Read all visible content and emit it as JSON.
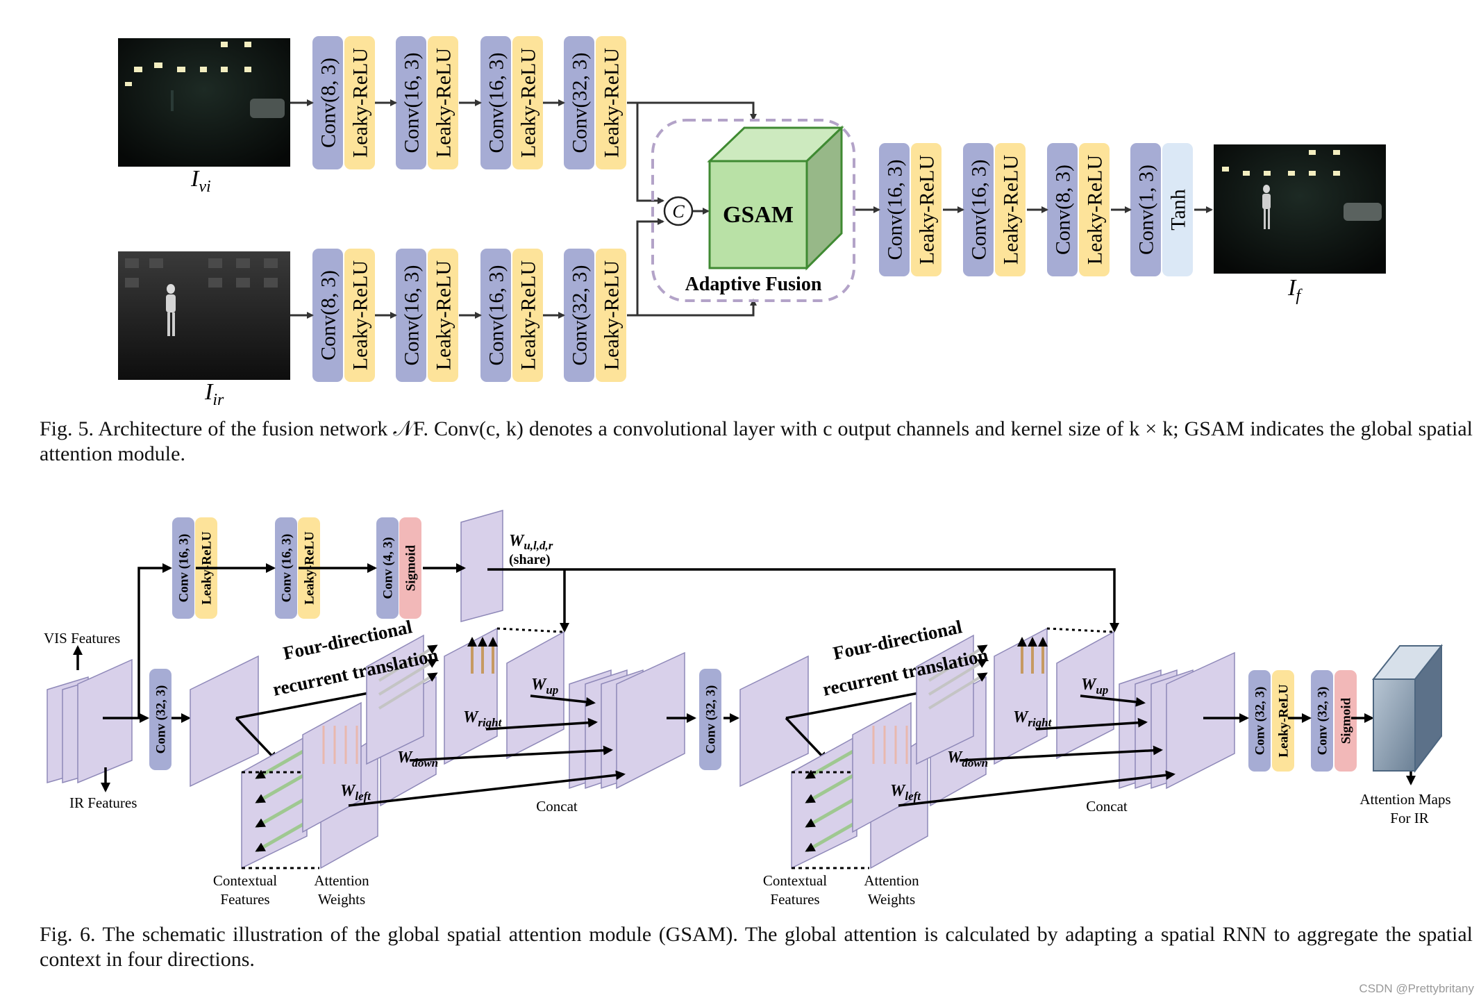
{
  "fig5": {
    "input_vi": "I_vi",
    "input_ir": "I_ir",
    "output": "I_f",
    "encoder_layers": [
      "Conv(8, 3)",
      "Leaky-ReLU",
      "Conv(16, 3)",
      "Leaky-ReLU",
      "Conv(16, 3)",
      "Leaky-ReLU",
      "Conv(32, 3)",
      "Leaky-ReLU"
    ],
    "concat_symbol": "C",
    "gsam_label": "GSAM",
    "fusion_label": "Adaptive Fusion",
    "decoder_layers": [
      "Conv(16, 3)",
      "Leaky-ReLU",
      "Conv(16, 3)",
      "Leaky-ReLU",
      "Conv(8, 3)",
      "Leaky-ReLU",
      "Conv(1, 3)",
      "Tanh"
    ],
    "caption": "Fig. 5.  Architecture of the fusion network 𝒩F. Conv(c, k) denotes a convolutional layer with c output channels and kernel size of k × k; GSAM indicates the global spatial attention module."
  },
  "fig6": {
    "top_layers": [
      "Conv (16, 3)",
      "Leaky-ReLU",
      "Conv (16, 3)",
      "Leaky-ReLU",
      "Conv (4, 3)",
      "Sigmoid"
    ],
    "weights_label": "Wu,l,d,r",
    "share_label": "(share)",
    "vis_label": "VIS Features",
    "ir_label": "IR Features",
    "conv_mid": "Conv (32, 3)",
    "four_dir_1": "Four-directional",
    "four_dir_2": "recurrent translation",
    "w_up": "Wup",
    "w_right": "Wright",
    "w_down": "Wdown",
    "w_left": "Wleft",
    "concat": "Concat",
    "contextual_1": "Contextual",
    "contextual_2": "Features",
    "attention_1": "Attention",
    "attention_2": "Weights",
    "final_layers": [
      "Conv (32, 3)",
      "Leaky-ReLU",
      "Conv (32, 3)",
      "Sigmoid"
    ],
    "attn_maps_1": "Attention Maps",
    "attn_maps_2": "For IR",
    "caption": "Fig. 6.  The schematic illustration of the global spatial attention module (GSAM). The global attention is calculated by adapting a spatial RNN to aggregate the spatial context in four directions."
  },
  "watermark": "CSDN @Prettybritany",
  "colors": {
    "conv": "#a6acd4",
    "relu": "#fde39a",
    "tanh": "#dbe8f6",
    "sigmoid": "#f2b8b8",
    "gsam": "#b9e1a6",
    "panel": "#d8d0ea"
  }
}
